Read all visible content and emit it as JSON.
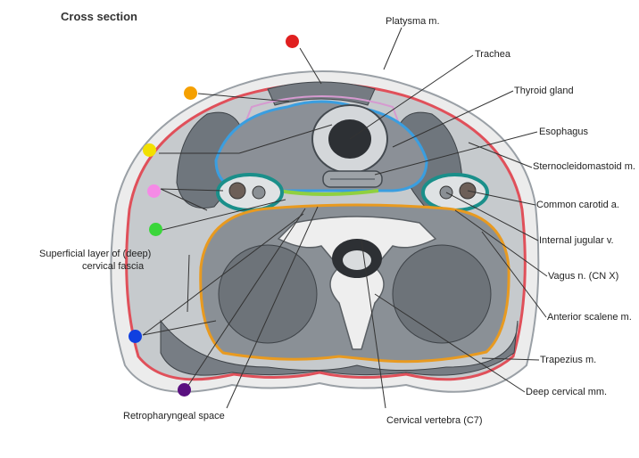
{
  "title": "Cross section",
  "labels": {
    "platysma": "Platysma m.",
    "trachea": "Trachea",
    "thyroid": "Thyroid gland",
    "esophagus": "Esophagus",
    "scm": "Sternocleidomastoid m.",
    "carotid": "Common carotid a.",
    "jugular": "Internal jugular v.",
    "vagus": "Vagus n. (CN X)",
    "scalene": "Anterior scalene m.",
    "trapezius": "Trapezius m.",
    "deep": "Deep cervical mm.",
    "vertebra": "Cervical vertebra (C7)",
    "retro": "Retropharyngeal space",
    "superficial_1": "Superficial layer of (deep)",
    "superficial_2": "cervical fascia"
  },
  "dots": [
    {
      "name": "red-dot",
      "color": "#e02020"
    },
    {
      "name": "orange-dot",
      "color": "#f5a000"
    },
    {
      "name": "yellow-dot",
      "color": "#f2e000"
    },
    {
      "name": "pink-dot",
      "color": "#f58ae6"
    },
    {
      "name": "green-dot",
      "color": "#3ad63a"
    },
    {
      "name": "blue-dot",
      "color": "#1040e0"
    },
    {
      "name": "purple-dot",
      "color": "#5a1080"
    }
  ],
  "colors": {
    "red_fascia": "#e0505a",
    "orange_fascia": "#e89a20",
    "blue_fascia": "#3a9ee0",
    "teal_sheath": "#1a8f8a",
    "pink_fascia": "#d69ad0",
    "green_fascia": "#8fd040",
    "muscle": "#7d838a",
    "skin": "#e4e4e4"
  }
}
